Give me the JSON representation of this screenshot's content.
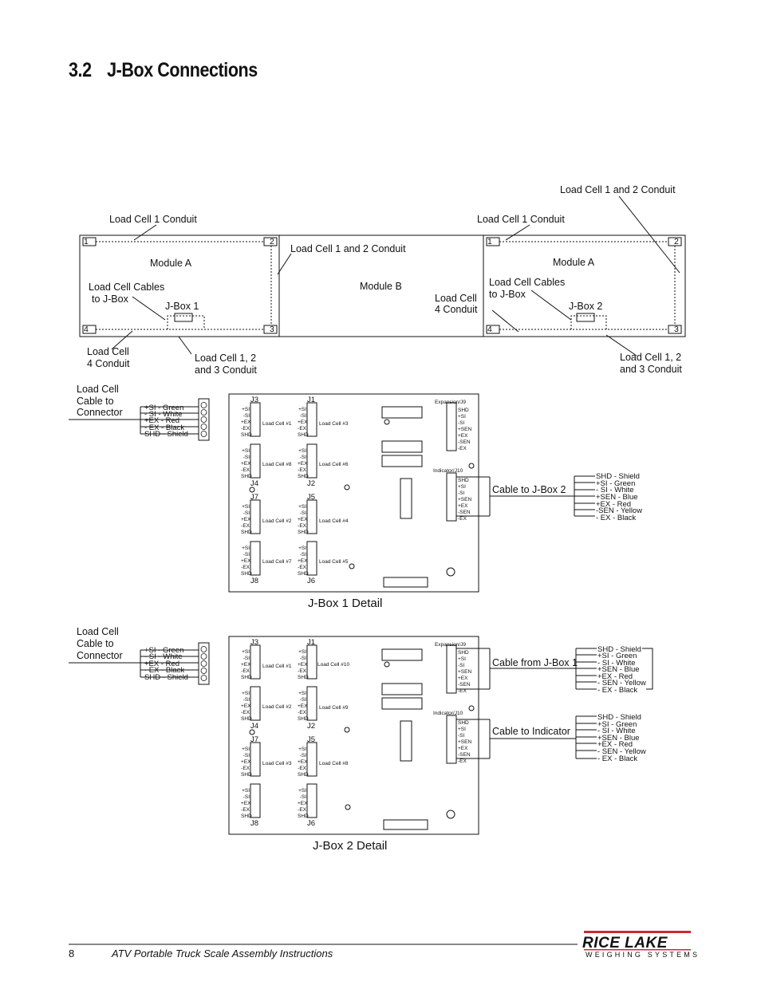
{
  "heading": {
    "number": "3.2",
    "title": "J-Box Connections"
  },
  "top_diagram": {
    "module_a_left": "Module A",
    "module_b": "Module B",
    "module_a_right": "Module A",
    "jbox1": "J-Box 1",
    "jbox2": "J-Box 2",
    "lc1_conduit_left": "Load Cell 1 Conduit",
    "lc1_conduit_right": "Load Cell 1 Conduit",
    "lc12_conduit_mid": "Load Cell 1 and 2 Conduit",
    "lc12_conduit_right": "Load Cell 1 and 2 Conduit",
    "cables_left_1": "Load Cell Cables",
    "cables_left_2": "to J-Box",
    "cables_right_1": "Load Cell Cables",
    "cables_right_2": "to J-Box",
    "lc4_left_1": "Load Cell",
    "lc4_left_2": "4 Conduit",
    "lc4_mid_1": "Load Cell",
    "lc4_mid_2": "4 Conduit",
    "lc123_left_1": "Load Cell 1, 2",
    "lc123_left_2": "and 3 Conduit",
    "lc123_right_1": "Load Cell 1, 2",
    "lc123_right_2": "and 3 Conduit",
    "corners": [
      "1",
      "2",
      "3",
      "4"
    ]
  },
  "jbox1": {
    "title": "J-Box 1 Detail",
    "lc_cable": [
      "Load Cell",
      "Cable to",
      "Connector"
    ],
    "lc_wires": [
      "+SI - Green",
      "- SI - White",
      "+EX - Red",
      "- EX - Black",
      "SHD - Shield"
    ],
    "cable_label": "Cable to J-Box 2",
    "cable_wires": [
      "SHD - Shield",
      "+SI - Green",
      "- SI - White",
      "+SEN - Blue",
      "+EX - Red",
      "-SEN - Yellow",
      "- EX - Black"
    ],
    "connectors": [
      "J3",
      "J1",
      "J4",
      "J2",
      "J7",
      "J5",
      "J8",
      "J6"
    ],
    "load_cells": [
      "Load Cell #1",
      "Load Cell #3",
      "Load Cell #8",
      "Load Cell #6",
      "Load Cell #2",
      "Load Cell #4",
      "Load Cell #7",
      "Load Cell #5"
    ]
  },
  "jbox2": {
    "title": "J-Box 2 Detail",
    "lc_cable": [
      "Load Cell",
      "Cable to",
      "Connector"
    ],
    "lc_wires": [
      "+SI - Green",
      "- SI - White",
      "+EX - Red",
      "- EX - Black",
      "SHD - Shield"
    ],
    "cable_from_label": "Cable from J-Box 1",
    "cable_from_wires": [
      "SHD - Shield",
      "+SI - Green",
      "- SI - White",
      "+SEN - Blue",
      "+EX - Red",
      "- SEN - Yellow",
      "- EX - Black"
    ],
    "cable_to_label": "Cable to Indicator",
    "cable_to_wires": [
      "SHD - Shield",
      "+SI - Green",
      "- SI - White",
      "+SEN - Blue",
      "+EX - Red",
      "- SEN - Yellow",
      "- EX - Black"
    ],
    "connectors": [
      "J3",
      "J1",
      "J4",
      "J2",
      "J7",
      "J5",
      "J8",
      "J6"
    ],
    "load_cells": [
      "Load Cell #1",
      "Load Cell #10",
      "Load Cell #2",
      "Load Cell #9",
      "Load Cell #3",
      "Load Cell #8"
    ]
  },
  "board": {
    "pins_lc": [
      "+SI",
      "-SI",
      "+EX",
      "-EX",
      "SHD"
    ],
    "expansion": "Expansion/J9",
    "indicator": "Indicator/J10",
    "pins_ex": [
      "SHD",
      "+SI",
      "-SI",
      "+SEN",
      "+EX",
      "-SEN",
      "-EX"
    ]
  },
  "footer": {
    "page": "8",
    "title": "ATV Portable Truck Scale Assembly Instructions"
  },
  "logo": {
    "name": "RICE LAKE",
    "sub": "WEIGHING SYSTEMS",
    "color": "#d22630"
  }
}
